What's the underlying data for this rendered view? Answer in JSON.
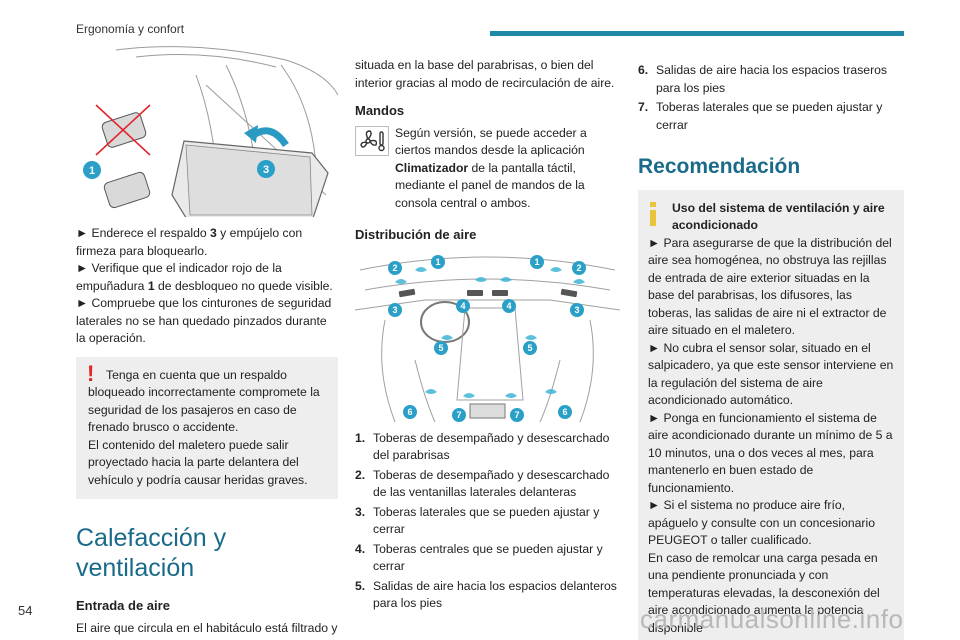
{
  "header": {
    "section": "Ergonomía y confort",
    "accent": "#1e88a8"
  },
  "page_number": "54",
  "watermark": "carmanualsonline.info",
  "col1": {
    "figure_labels": [
      "1",
      "3"
    ],
    "steps": [
      {
        "pre": "► Enderece el respaldo ",
        "bold": "3",
        "post": " y empújelo con firmeza para bloquearlo."
      },
      {
        "pre": "► Verifique que el indicador rojo de la empuñadura ",
        "bold": "1",
        "post": " de desbloqueo no quede visible."
      },
      {
        "pre": "► Compruebe que los cinturones de seguridad laterales no se han quedado pinzados durante la operación.",
        "bold": "",
        "post": ""
      }
    ],
    "warning": {
      "mark": "!",
      "p1": "Tenga en cuenta que un respaldo bloqueado incorrectamente compromete la seguridad de los pasajeros en caso de frenado brusco o accidente.",
      "p2": "El contenido del maletero puede salir proyectado hacia la parte delantera del vehículo y podría causar heridas graves."
    },
    "section_title": "Calefacción y ventilación",
    "entrada_title": "Entrada de aire",
    "entrada_text": "El aire que circula en el habitáculo está filtrado y proviene o bien del exterior a través de la rejilla"
  },
  "col2": {
    "cont_text": "situada en la base del parabrisas, o bien del interior gracias al modo de recirculación de aire.",
    "mandos_title": "Mandos",
    "mandos_pre": "Según versión, se puede acceder a ciertos mandos desde la aplicación ",
    "mandos_bold": "Climatizador",
    "mandos_post": " de la pantalla táctil, mediante el panel de mandos de la consola central o ambos.",
    "dist_title": "Distribución de aire",
    "figure_labels": [
      "1",
      "2",
      "3",
      "4",
      "5",
      "6",
      "7"
    ],
    "items": [
      {
        "n": "1.",
        "t": "Toberas de desempañado y desescarchado del parabrisas"
      },
      {
        "n": "2.",
        "t": "Toberas de desempañado y desescarchado de las ventanillas laterales delanteras"
      },
      {
        "n": "3.",
        "t": "Toberas laterales que se pueden ajustar y cerrar"
      },
      {
        "n": "4.",
        "t": "Toberas centrales que se pueden ajustar y cerrar"
      },
      {
        "n": "5.",
        "t": "Salidas de aire hacia los espacios delanteros para los pies"
      }
    ]
  },
  "col3": {
    "items": [
      {
        "n": "6.",
        "t": "Salidas de aire hacia los espacios traseros para los pies"
      },
      {
        "n": "7.",
        "t": "Toberas laterales que se pueden ajustar y cerrar"
      }
    ],
    "rec_title": "Recomendación",
    "info_title": "Uso del sistema de ventilación y aire acondicionado",
    "info_lines": [
      "► Para asegurarse de que la distribución del aire sea homogénea, no obstruya las rejillas de entrada de aire exterior situadas en la base del parabrisas, los difusores, las toberas, las salidas de aire ni el extractor de aire situado en el maletero.",
      "► No cubra el sensor solar, situado en el salpicadero, ya que este sensor interviene en la regulación del sistema de aire acondicionado automático.",
      "► Ponga en funcionamiento el sistema de aire acondicionado durante un mínimo de 5 a 10 minutos, una o dos veces al mes, para mantenerlo en buen estado de funcionamiento.",
      "► Si el sistema no produce aire frío, apáguelo y consulte con un concesionario PEUGEOT o taller cualificado.",
      "En caso de remolcar una carga pesada en una pendiente pronunciada y con temperaturas elevadas, la desconexión del aire acondicionado aumenta la potencia disponible"
    ]
  },
  "colors": {
    "badge": "#2aa0c8",
    "warning": "#e3242b",
    "info": "#e8c53a",
    "heading": "#1a6b8a",
    "airflow": "#3fb6d6"
  }
}
